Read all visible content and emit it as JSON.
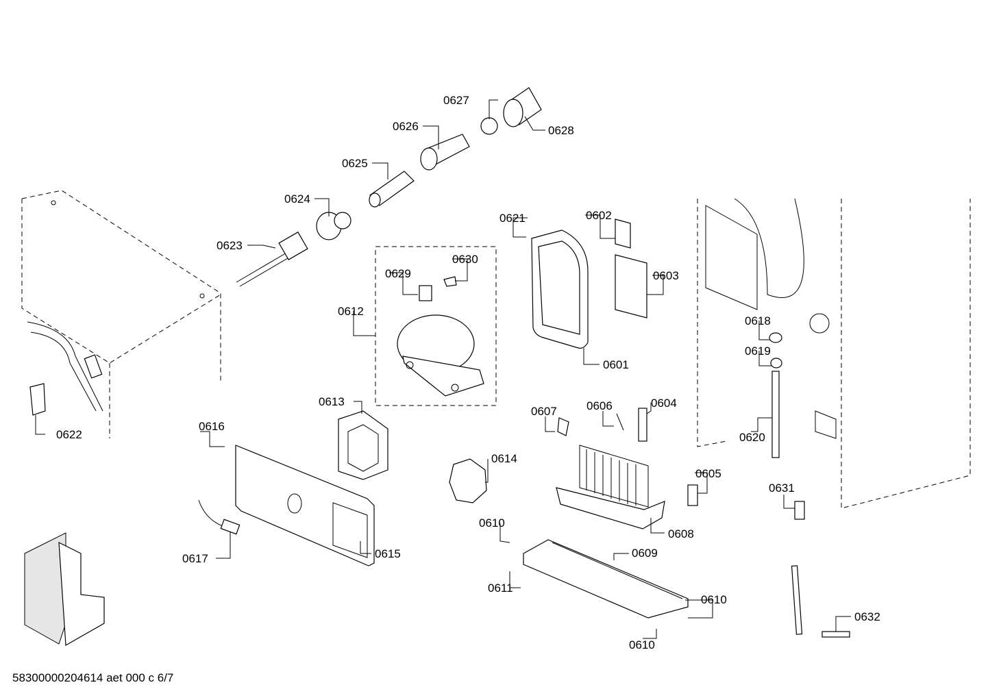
{
  "labels": {
    "p0601": "0601",
    "p0602": "0602",
    "p0603": "0603",
    "p0604": "0604",
    "p0605": "0605",
    "p0606": "0606",
    "p0607": "0607",
    "p0608": "0608",
    "p0609": "0609",
    "p0610a": "0610",
    "p0610b": "0610",
    "p0610c": "0610",
    "p0611": "0611",
    "p0612": "0612",
    "p0613": "0613",
    "p0614": "0614",
    "p0615": "0615",
    "p0616": "0616",
    "p0617": "0617",
    "p0618": "0618",
    "p0619": "0619",
    "p0620": "0620",
    "p0621": "0621",
    "p0622": "0622",
    "p0623": "0623",
    "p0624": "0624",
    "p0625": "0625",
    "p0626": "0626",
    "p0627": "0627",
    "p0628": "0628",
    "p0629": "0629",
    "p0630": "0630",
    "p0631": "0631",
    "p0632": "0632"
  },
  "footer": "58300000204614 aet 000 c 6/7"
}
